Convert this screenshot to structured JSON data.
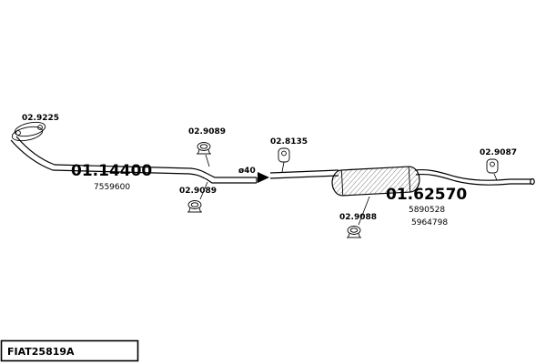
{
  "diagram": {
    "code_box": "FIAT25819A",
    "labels": {
      "flange_code": "02.9225",
      "front_pipe_code": "01.14400",
      "front_pipe_ref": "7559600",
      "clamp_upper_code": "02.9089",
      "clamp_lower_code": "02.9089",
      "diameter_label": "ø40",
      "hanger_mid_code": "02.8135",
      "muffler_code": "01.62570",
      "muffler_ref1": "5890528",
      "muffler_ref2": "5964798",
      "clamp_rear_code": "02.9088",
      "hanger_rear_code": "02.9087"
    }
  }
}
